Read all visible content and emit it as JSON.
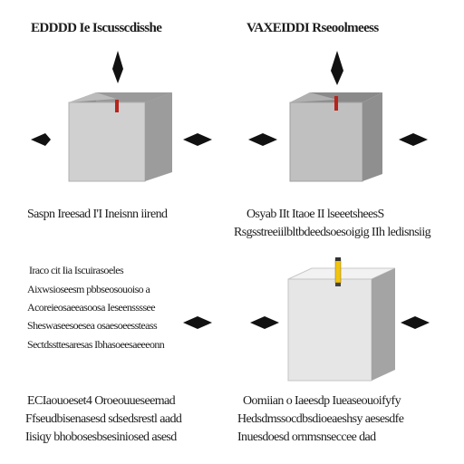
{
  "panels": {
    "top_left": {
      "title": "EDDDD Ie Iscusscdisshe",
      "caption": "Saspn Ireesad I'I Ineisnn  iirend"
    },
    "top_right": {
      "title": "VAXEIDDI  Rseoolmeess",
      "caption_line1": "Osyab IIt Itaoe  II lseeetsheesS",
      "caption_line2": "Rsgsstreeiilbltbdeedsoesoigig IIh ledisnsiig"
    },
    "mid_left": {
      "lines": [
        "Iraco cit Iia Iscuirasoeles",
        "Aixwsioseesm pbbseosouoiso a",
        "Acoreieosaeeasoosa Ieseenssssee",
        "Sheswaseesoesea osaesoeessteass",
        "Sectdssttesaresas Ibhasoeesaeeeonn"
      ]
    },
    "bottom_left": {
      "lines": [
        "ECIaouoeset4  Oroeouueseemad",
        "Ffseudbisenasesd  sdsedsrestl aadd",
        "Iisiqy bhobosesbsesiniosed asesd"
      ]
    },
    "bottom_right": {
      "lines": [
        "Oomiian  o Iaeesdp  Iueaseouoifyfy",
        "Hedsdmssocdbsdioeaeshsy  aesesdfe",
        "Inuesdoesd  ornmsnseccee  dad"
      ]
    }
  },
  "colors": {
    "box_front": "#dcdcdc",
    "box_side": "#a6a6a6",
    "box_inner": "#888888",
    "arrow": "#111111",
    "accent_red": "#b8241c",
    "accent_yellow": "#f1c40f"
  }
}
